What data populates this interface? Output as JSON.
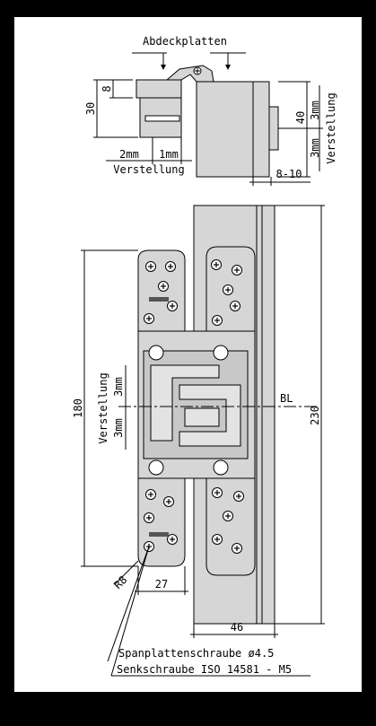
{
  "top_view": {
    "title": "Abdeckplatten",
    "dim_height": "30",
    "dim_plate": "8",
    "dim_offset_left": "2mm",
    "dim_offset_right": "1mm",
    "label_adjust": "Verstellung",
    "dim_right_height": "40",
    "dim_right_up": "3mm",
    "dim_right_down": "3mm",
    "dim_gap": "8-10"
  },
  "front_view": {
    "dim_180": "180",
    "dim_230": "230",
    "label_bl": "BL",
    "label_adjust": "Verstellung",
    "dim_up": "3mm",
    "dim_down": "3mm",
    "dim_r8": "R8",
    "dim_27": "27",
    "dim_46": "46"
  },
  "notes": {
    "line1": "Spanplattenschraube ø4.5",
    "line2": "Senkschraube ISO 14581 - M5"
  },
  "colors": {
    "metal": "#d6d6d6",
    "metal_dark": "#b9b9b9",
    "line": "#000000",
    "background": "#000000",
    "sheet": "#ffffff"
  }
}
